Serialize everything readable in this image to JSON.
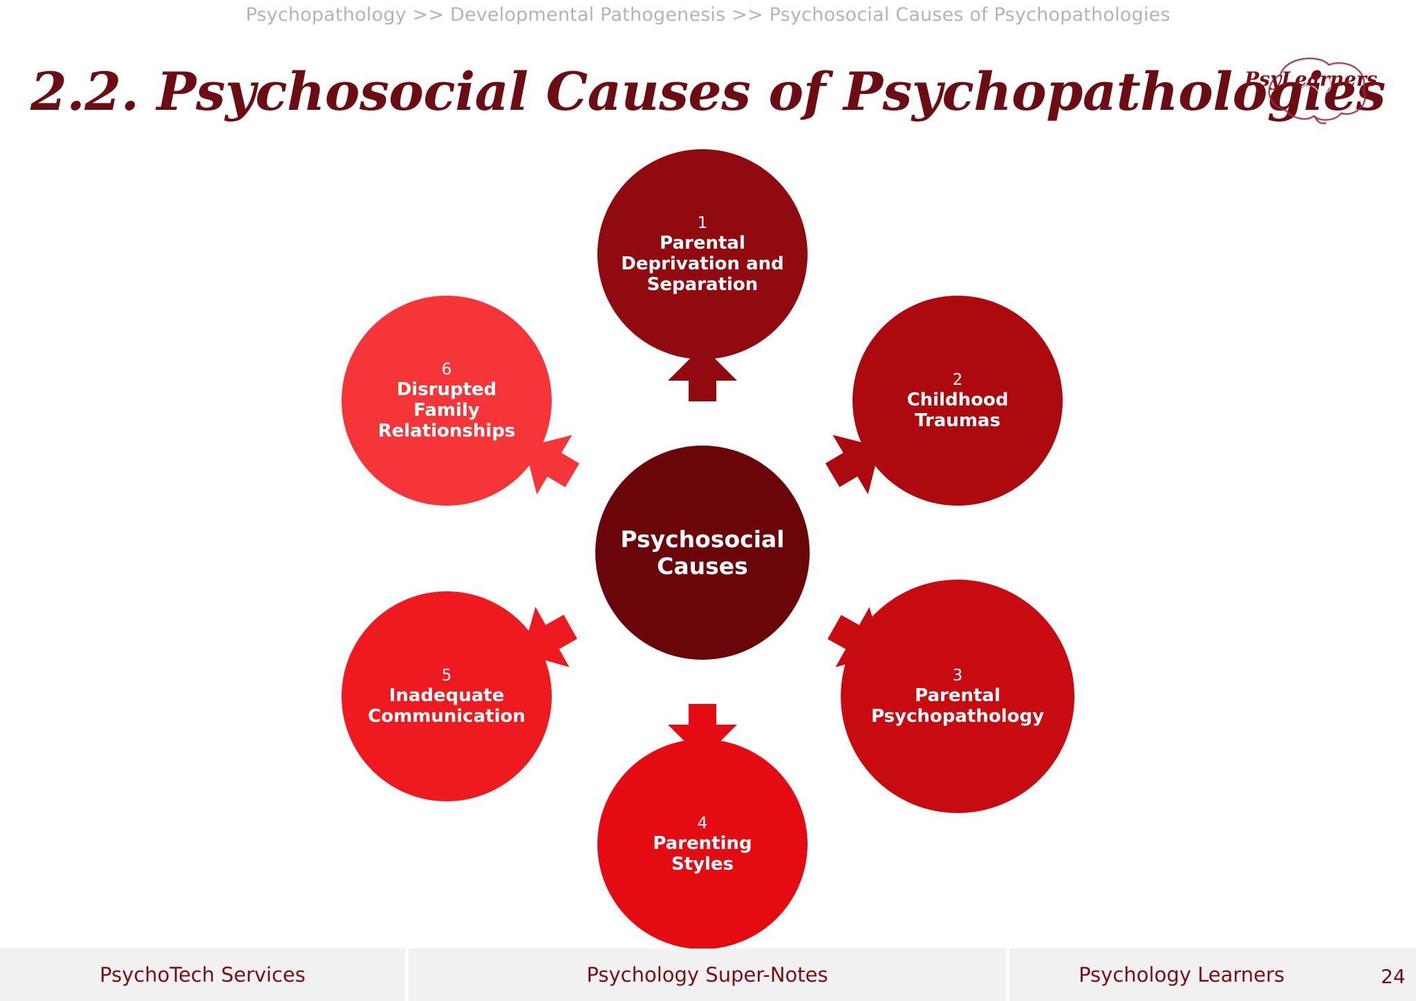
{
  "breadcrumb": "Psychopathology >> Developmental Pathogenesis >> Psychosocial Causes of Psychopathologies",
  "title": "2.2. Psychosocial Causes of Psychopathologies",
  "logo": {
    "text": "PsyLearners",
    "icon": "brain-icon"
  },
  "center": {
    "label": "Psychosocial\nCauses",
    "color": "#6a0509"
  },
  "nodes": [
    {
      "number": "1",
      "label": "Parental\nDeprivation and\nSeparation",
      "color": "#900a0f"
    },
    {
      "number": "2",
      "label": "Childhood\nTraumas",
      "color": "#ad0a10"
    },
    {
      "number": "3",
      "label": "Parental\nPsychopathology",
      "color": "#c70b11"
    },
    {
      "number": "4",
      "label": "Parenting\nStyles",
      "color": "#e40c12"
    },
    {
      "number": "5",
      "label": "Inadequate\nCommunication",
      "color": "#ef1a1f"
    },
    {
      "number": "6",
      "label": "Disrupted\nFamily\nRelationships",
      "color": "#f53538"
    }
  ],
  "footer": {
    "left": "PsychoTech Services",
    "center": "Psychology Super-Notes",
    "right": "Psychology Learners",
    "page_number": "24"
  }
}
